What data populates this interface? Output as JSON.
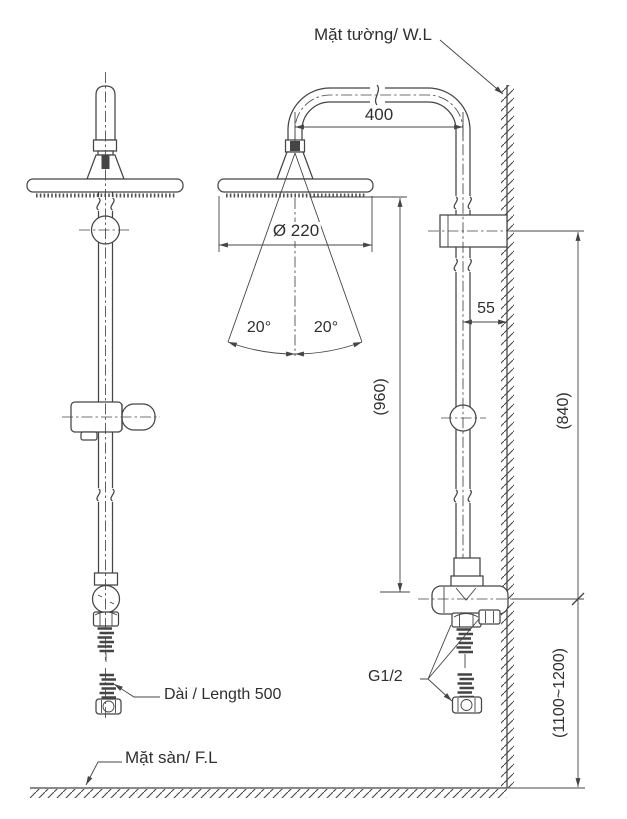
{
  "drawing": {
    "labels": {
      "wall": "Mặt tường/ W.L",
      "floor": "Mặt sàn/ F.L",
      "hose_length": "Dài / Length 500",
      "thread": "G1/2"
    },
    "dims": {
      "arm_reach": "400",
      "head_diameter": "Ø 220",
      "spray_angle_left": "20°",
      "spray_angle_right": "20°",
      "wall_offset": "55",
      "head_to_valve": "(960)",
      "bracket_to_valve": "(840)",
      "valve_height": "(1100~1200)"
    },
    "colors": {
      "line": "#454545",
      "text": "#2f2f2f",
      "background": "#ffffff"
    }
  }
}
